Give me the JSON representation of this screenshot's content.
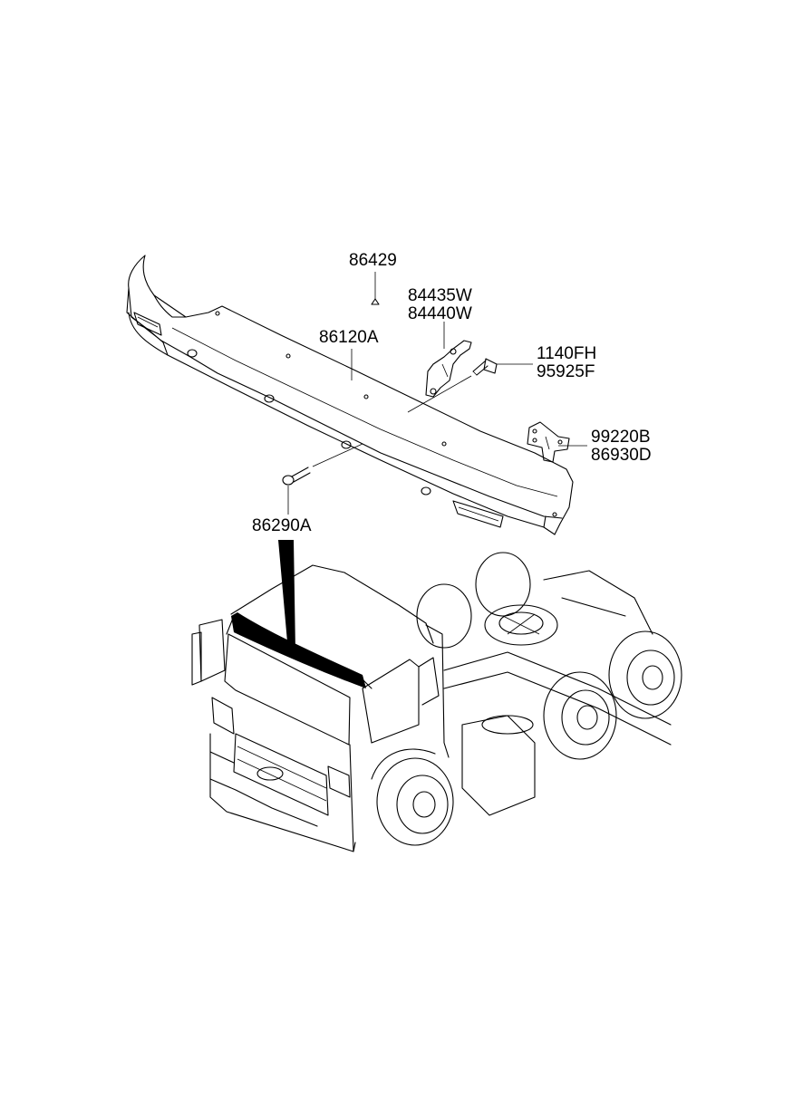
{
  "diagram": {
    "part_labels": {
      "p86429": "86429",
      "p84435W": "84435W",
      "p84440W": "84440W",
      "p86120A": "86120A",
      "p1140FH": "1140FH",
      "p95925F": "95925F",
      "p99220B": "99220B",
      "p86930D": "86930D",
      "p86290A": "86290A"
    },
    "colors": {
      "line": "#000000",
      "background": "#ffffff"
    }
  }
}
